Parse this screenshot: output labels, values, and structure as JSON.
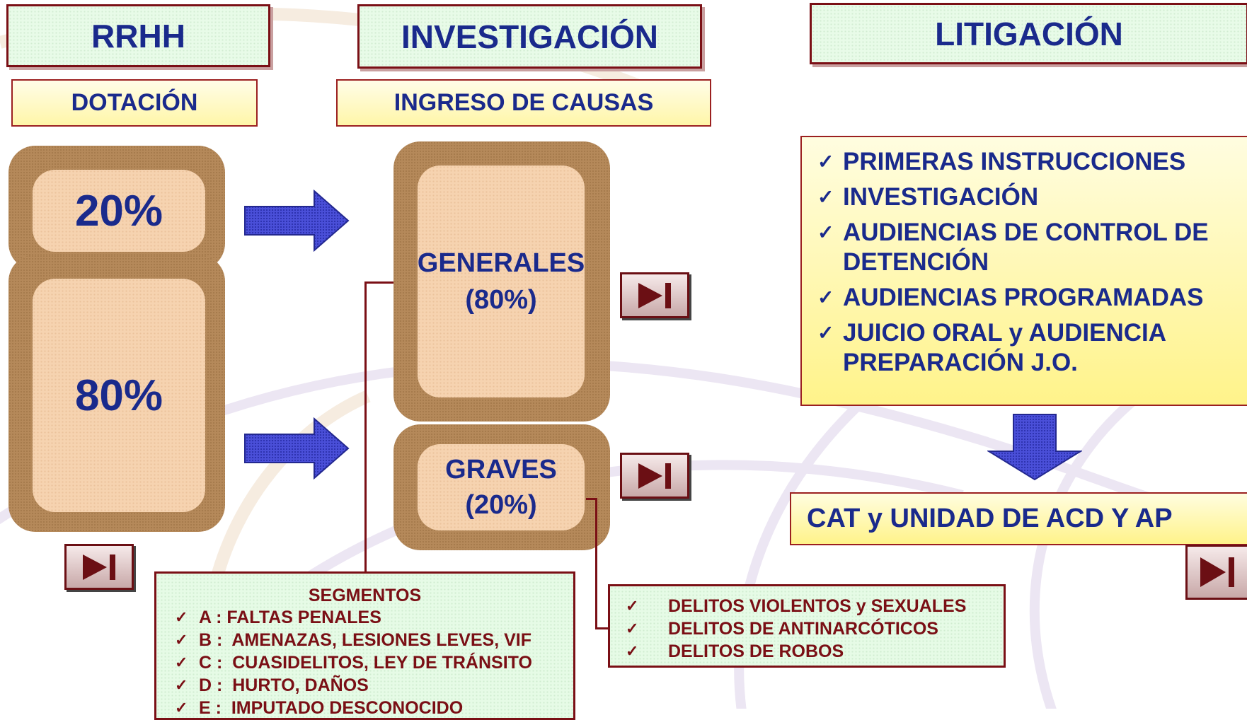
{
  "headers": {
    "rrhh": "RRHH",
    "investigacion": "INVESTIGACIÓN",
    "litigacion": "LITIGACIÓN"
  },
  "subheaders": {
    "dotacion": "DOTACIÓN",
    "ingreso": "INGRESO DE CAUSAS"
  },
  "dotacion_blocks": {
    "top": "20%",
    "bottom": "80%"
  },
  "causas_blocks": {
    "generales_label": "GENERALES",
    "generales_pct": "(80%)",
    "graves_label": "GRAVES",
    "graves_pct": "(20%)"
  },
  "litigacion_list": [
    {
      "mark": "✓",
      "text": "PRIMERAS INSTRUCCIONES"
    },
    {
      "mark": "✓",
      "text": "INVESTIGACIÓN"
    },
    {
      "mark": "✓",
      "text": "AUDIENCIAS DE CONTROL DE DETENCIÓN"
    },
    {
      "mark": "✓",
      "text": "AUDIENCIAS PROGRAMADAS"
    },
    {
      "mark": "✓",
      "text": "JUICIO ORAL y AUDIENCIA PREPARACIÓN J.O."
    }
  ],
  "cat_box": "CAT y UNIDAD DE ACD Y AP",
  "segmentos": {
    "title": "SEGMENTOS",
    "items": [
      {
        "mark": "✓",
        "code": "A",
        "sep": " : ",
        "text": "FALTAS PENALES"
      },
      {
        "mark": "✓",
        "code": "B",
        "sep": " :  ",
        "text": "AMENAZAS, LESIONES LEVES, VIF"
      },
      {
        "mark": "✓",
        "code": "C",
        "sep": " :  ",
        "text": "CUASIDELITOS, LEY DE TRÁNSITO"
      },
      {
        "mark": "✓",
        "code": "D",
        "sep": " :  ",
        "text": "HURTO, DAÑOS"
      },
      {
        "mark": "✓",
        "code": "E",
        "sep": " :  ",
        "text": "IMPUTADO DESCONOCIDO"
      }
    ]
  },
  "delitos": [
    {
      "mark": "✓",
      "text": "DELITOS VIOLENTOS y SEXUALES"
    },
    {
      "mark": "✓",
      "text": "DELITOS DE ANTINARCÓTICOS"
    },
    {
      "mark": "✓",
      "text": "DELITOS DE ROBOS"
    }
  ],
  "colors": {
    "title_blue": "#1a2a8c",
    "border_maroon": "#7a0f15",
    "arrow_blue": "#3a3fc8",
    "block_face": "#f6d3b0",
    "block_shadow": "#b5895a",
    "header_green": "#e8fbe8",
    "list_yellow": "#fff38a"
  },
  "icons": {
    "arrow": "right-arrow-icon",
    "down_arrow": "down-arrow-icon",
    "play": "play-next-icon",
    "check": "check-icon"
  }
}
